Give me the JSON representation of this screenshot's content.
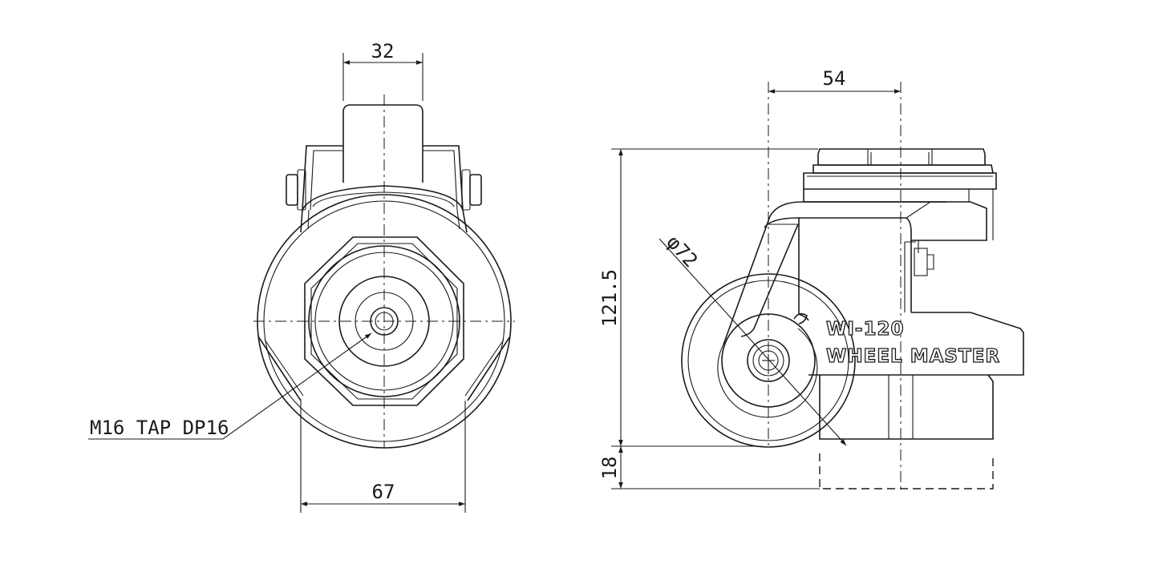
{
  "dimensions": {
    "front_width_top": "32",
    "front_width_bottom": "67",
    "tap_note": "M16 TAP DP16",
    "side_offset": "54",
    "wheel_diameter": "φ72",
    "height_total": "121.5",
    "height_adjust": "18"
  },
  "labels": {
    "model": "WI-120",
    "brand": "WHEEL MASTER"
  },
  "colors": {
    "line": "#1a1a1a",
    "background": "#ffffff"
  }
}
